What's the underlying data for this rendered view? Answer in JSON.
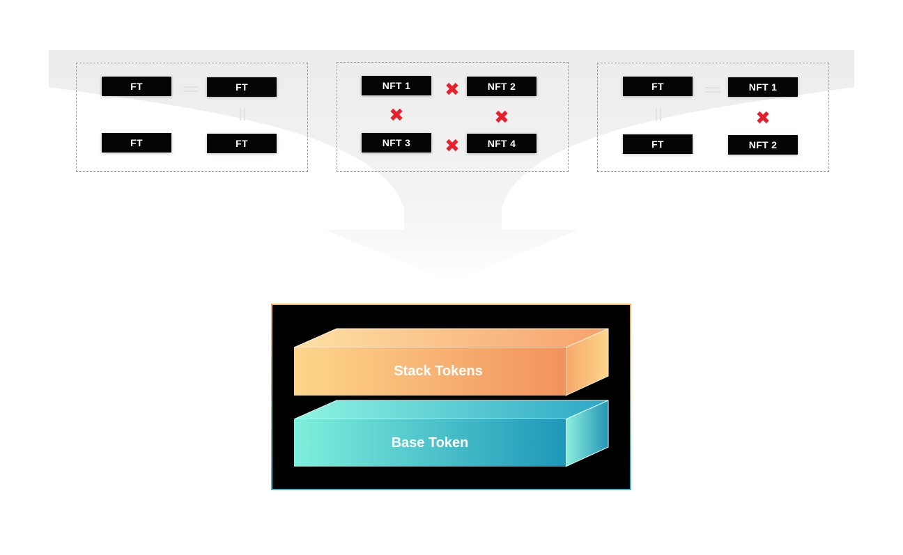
{
  "groups": [
    {
      "tokens": [
        "FT",
        "FT",
        "FT",
        "FT"
      ],
      "relations": [
        "equal",
        "equal"
      ]
    },
    {
      "tokens": [
        "NFT 1",
        "NFT 2",
        "NFT 3",
        "NFT 4"
      ],
      "relations": [
        "not-equal",
        "not-equal",
        "not-equal",
        "not-equal"
      ]
    },
    {
      "tokens": [
        "FT",
        "NFT 1",
        "FT",
        "NFT 2"
      ],
      "relations": [
        "equal",
        "equal",
        "not-equal"
      ]
    }
  ],
  "icons": {
    "not_equal": "x-icon",
    "equal": "equals-icon",
    "funnel": "funnel-arrow-icon"
  },
  "stack": {
    "top_label": "Stack Tokens",
    "bottom_label": "Base Token"
  },
  "colors": {
    "token_bg": "#050505",
    "x_mark": "#e8202c",
    "stack_gradient": [
      "#fdd68c",
      "#f2925c"
    ],
    "base_gradient": [
      "#7ff0dc",
      "#1e97b9"
    ],
    "panel_border_top": "#f5b25c",
    "panel_border_bottom": "#3fb6c9"
  }
}
